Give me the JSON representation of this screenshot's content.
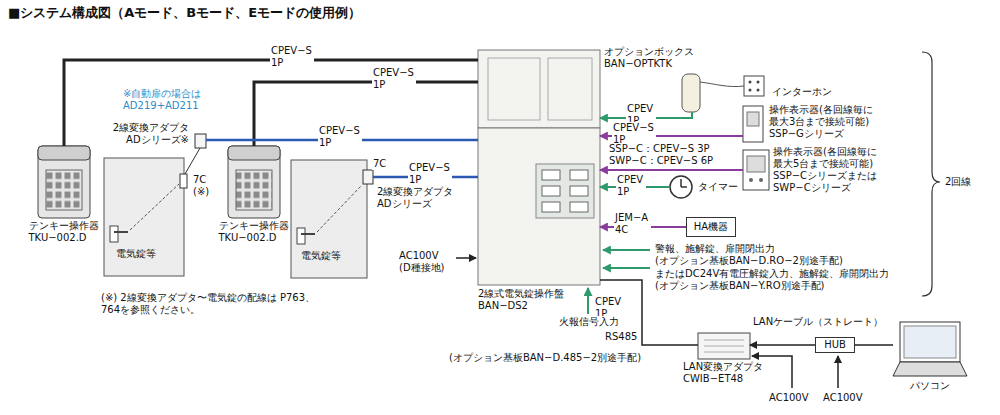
{
  "diagram": {
    "title": "■システム構成図（Aモード、Bモード、Eモードの使用例）",
    "nodes": [
      {
        "text": [
          "テンキー操作器 TKU−002.D"
        ]
      },
      {
        "text": [
          "電気錠等"
        ]
      },
      {
        "text": [
          "2線変換アダプタ ADシリーズ※"
        ]
      },
      {
        "text": [
          "テンキー操作器 TKU−002.D"
        ]
      },
      {
        "text": [
          "電気錠等"
        ]
      },
      {
        "text": [
          "2線変換アダプタ ADシリーズ"
        ]
      },
      {
        "text": [
          "オプションボックス BAN−OPTKTK"
        ]
      },
      {
        "text": [
          "2線式電気錠操作盤 BAN−DS2"
        ]
      },
      {
        "text": [
          "インターホン"
        ]
      },
      {
        "text": [
          "操作表示器(各回線毎に 最大3台まで接続可能) SSP−Gシリーズ"
        ]
      },
      {
        "text": [
          "操作表示器(各回線毎に 最大5台まで接続可能) SSP−Cシリーズまたは SWP−Cシリーズ"
        ]
      },
      {
        "text": [
          "タイマー"
        ]
      },
      {
        "text": [
          "HA機器"
        ]
      },
      {
        "text": [
          "LAN変換アダプタ CWIB−ET48"
        ]
      },
      {
        "text": [
          "HUB"
        ]
      },
      {
        "text": [
          "パソコン"
        ]
      }
    ],
    "edges": [
      {
        "from": 0,
        "to": 6,
        "arrow": "none",
        "label": "CPEV−S 1P"
      },
      {
        "from": 3,
        "to": 6,
        "arrow": "none",
        "label": "CPEV−S 1P"
      },
      {
        "from": 2,
        "to": 7,
        "arrow": "none",
        "label": "CPEV−S 1P"
      },
      {
        "from": 5,
        "to": 7,
        "arrow": "none",
        "label": "CPEV−S 1P"
      },
      {
        "from": 8,
        "to": 6,
        "arrow": "to",
        "label": "CPEV 1P"
      },
      {
        "from": 9,
        "to": 7,
        "arrow": "to",
        "label": "CPEV−S 1P"
      },
      {
        "from": 10,
        "to": 7,
        "arrow": "to",
        "label": "SSP−C：CPEV−S 3P SWP−C：CPEV−S 6P"
      },
      {
        "from": 11,
        "to": 7,
        "arrow": "to",
        "label": "CPEV 1P"
      },
      {
        "from": 12,
        "to": 7,
        "arrow": "to",
        "label": "JEM−A 4C"
      },
      {
        "from": 7,
        "to": 13,
        "arrow": "none",
        "label": "RS485"
      },
      {
        "from": 14,
        "to": 13,
        "arrow": "to"
      },
      {
        "from": 14,
        "to": 15,
        "arrow": "none"
      }
    ],
    "labels": [
      "※自動扉の場合は AD219+AD211",
      "7C (※)",
      "7C",
      "(※) 2線変換アダプタ〜電気錠の配線は P763、764を参照ください。",
      "AC100V (D種接地)",
      "警報、施解錠、扉開閉出力 (オプション基板BAN−D.RO−2別途手配)",
      "またはDC24V有電圧解錠入力、施解錠、扉開閉出力 (オプション基板BAN−Y.RO別途手配)",
      "CPEV 1P",
      "火報信号入力",
      "(オプション基板BAN−D.485−2別途手配)",
      "LANケーブル（ストレート）",
      "AC100V",
      "AC100V",
      "2回線"
    ]
  }
}
